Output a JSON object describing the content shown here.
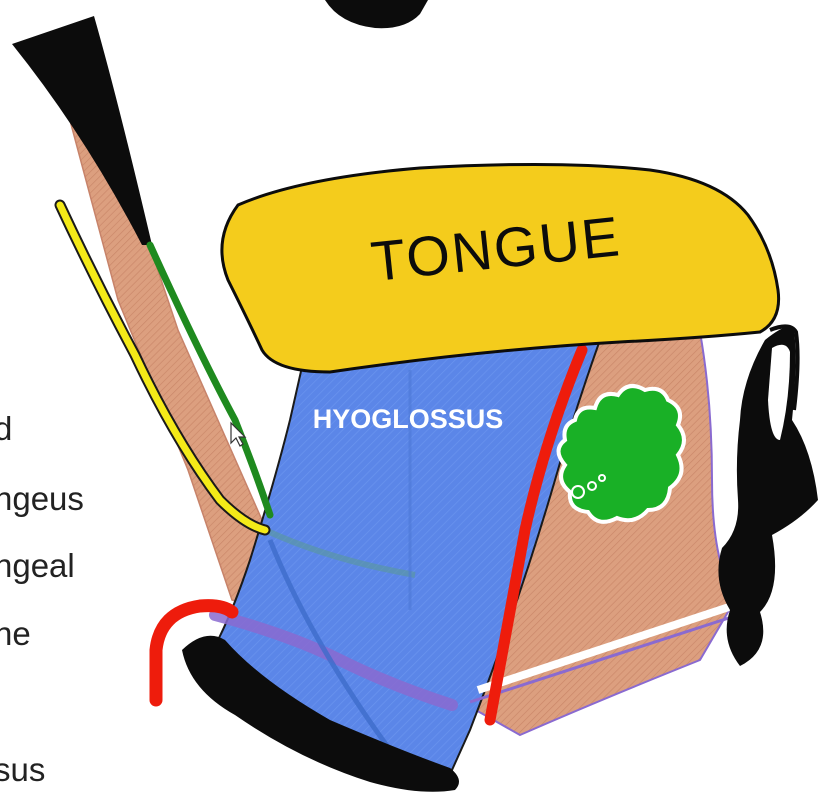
{
  "diagram": {
    "tongue_label": "TONGUE",
    "hyoglossus_label": "HYOGLOSSUS",
    "side_labels": [
      "d",
      "ngeus",
      "ngeal",
      "ne",
      "sus"
    ]
  },
  "colors": {
    "tongue": "#f4cc1c",
    "hyoglossus": "#5b86e8",
    "muscle": "#dc9f7f",
    "black": "#0c0c0c",
    "red_structure": "#ee1c0c",
    "yellow_structure": "#f4ea18",
    "green_structure": "#1f8a1f",
    "gland": "#19b026",
    "purple_structure": "#8a6ad0"
  }
}
